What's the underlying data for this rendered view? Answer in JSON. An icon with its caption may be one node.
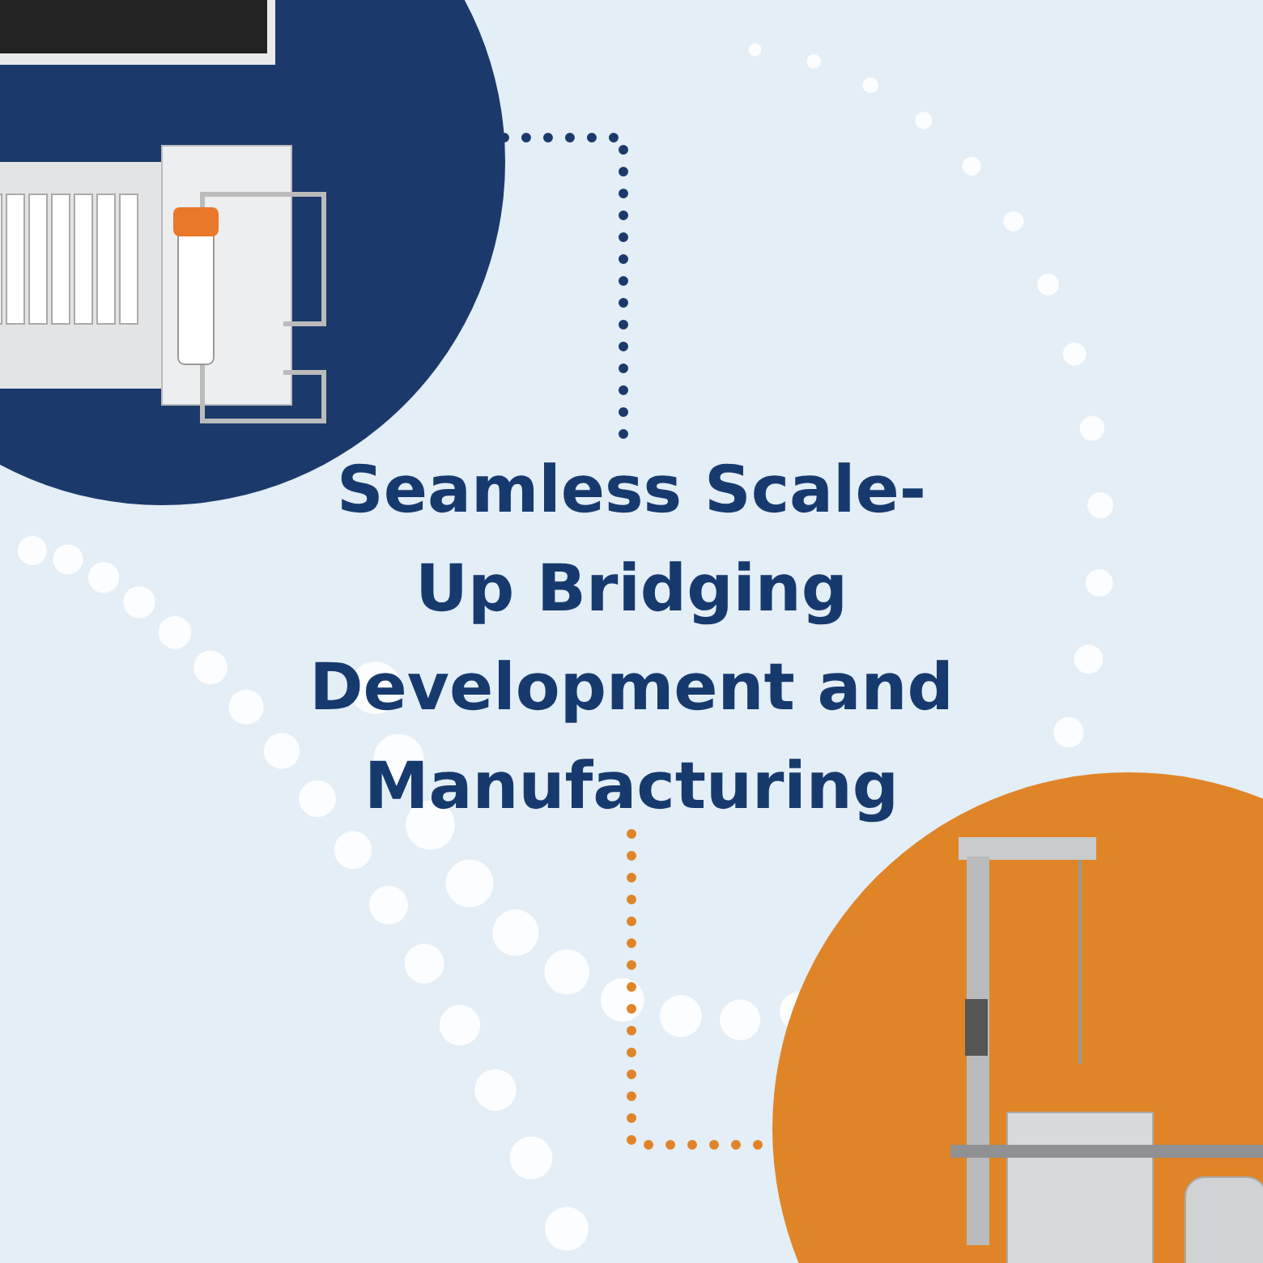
{
  "diagram": {
    "nodes": [
      {
        "text": [],
        "shape": "picture"
      },
      {
        "text": [
          "Seamless Scale-Up Bridging Development and Manufacturing"
        ]
      },
      {
        "text": [],
        "shape": "picture"
      }
    ],
    "edges": [
      {
        "from": 0,
        "to": 1,
        "arrow": "none",
        "color": "#1b3a6b"
      },
      {
        "from": 1,
        "to": 2,
        "arrow": "none",
        "color": "#e08428"
      }
    ]
  }
}
